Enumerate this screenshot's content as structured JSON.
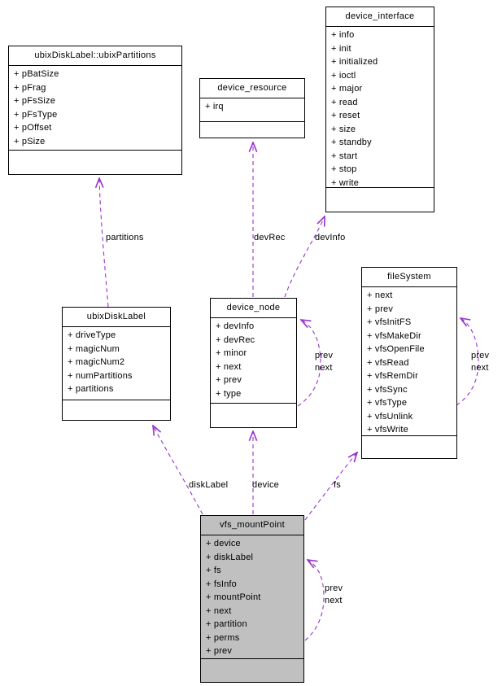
{
  "diagram": {
    "edge_color": "#9a32cd",
    "highlight_fill": "#c0c0c0",
    "box_border_color": "#000000",
    "classes": [
      {
        "id": "ubixDiskLabel::ubixPartitions",
        "title": "ubixDiskLabel::ubixPartitions",
        "fields": [
          "+ pBatSize",
          "+ pFrag",
          "+ pFsSize",
          "+ pFsType",
          "+ pOffset",
          "+ pSize"
        ]
      },
      {
        "id": "device_resource",
        "title": "device_resource",
        "fields": [
          "+ irq"
        ]
      },
      {
        "id": "device_interface",
        "title": "device_interface",
        "fields": [
          "+ info",
          "+ init",
          "+ initialized",
          "+ ioctl",
          "+ major",
          "+ read",
          "+ reset",
          "+ size",
          "+ standby",
          "+ start",
          "+ stop",
          "+ write"
        ]
      },
      {
        "id": "ubixDiskLabel",
        "title": "ubixDiskLabel",
        "fields": [
          "+ driveType",
          "+ magicNum",
          "+ magicNum2",
          "+ numPartitions",
          "+ partitions"
        ]
      },
      {
        "id": "device_node",
        "title": "device_node",
        "fields": [
          "+ devInfo",
          "+ devRec",
          "+ minor",
          "+ next",
          "+ prev",
          "+ type"
        ]
      },
      {
        "id": "fileSystem",
        "title": "fileSystem",
        "fields": [
          "+ next",
          "+ prev",
          "+ vfsInitFS",
          "+ vfsMakeDir",
          "+ vfsOpenFile",
          "+ vfsRead",
          "+ vfsRemDir",
          "+ vfsSync",
          "+ vfsType",
          "+ vfsUnlink",
          "+ vfsWrite"
        ]
      },
      {
        "id": "vfs_mountPoint",
        "title": "vfs_mountPoint",
        "highlighted": true,
        "fields": [
          "+ device",
          "+ diskLabel",
          "+ fs",
          "+ fsInfo",
          "+ mountPoint",
          "+ next",
          "+ partition",
          "+ perms",
          "+ prev"
        ]
      }
    ],
    "edge_labels": [
      {
        "text": "partitions"
      },
      {
        "text": "devRec"
      },
      {
        "text": "devInfo"
      },
      {
        "lines": [
          "prev",
          "next"
        ]
      },
      {
        "lines": [
          "prev",
          "next"
        ]
      },
      {
        "text": "diskLabel"
      },
      {
        "text": "device"
      },
      {
        "text": "fs"
      },
      {
        "lines": [
          "prev",
          "next"
        ]
      }
    ]
  }
}
